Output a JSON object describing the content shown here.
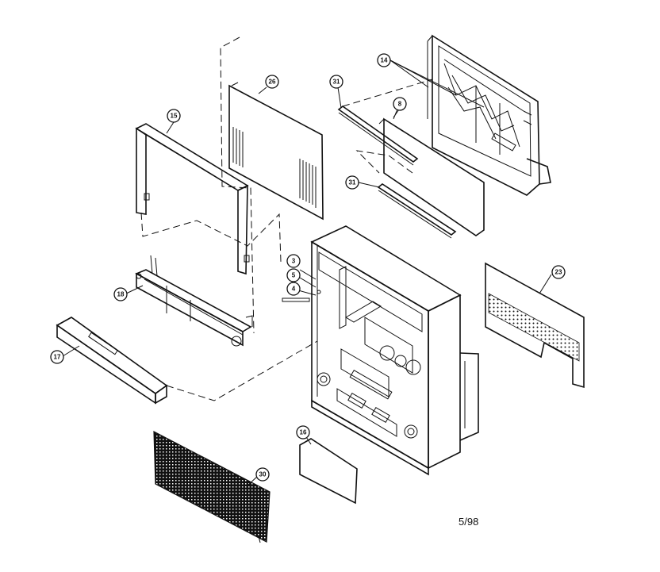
{
  "diagram": {
    "date_code": "5/98",
    "callouts": {
      "p14": "14",
      "p31_top": "31",
      "p8": "8",
      "p31_bottom": "31",
      "p15": "15",
      "p26": "26",
      "p3": "3",
      "p5": "5",
      "p4": "4",
      "p18": "18",
      "p17": "17",
      "p23": "23",
      "p16": "16",
      "p30": "30"
    }
  }
}
